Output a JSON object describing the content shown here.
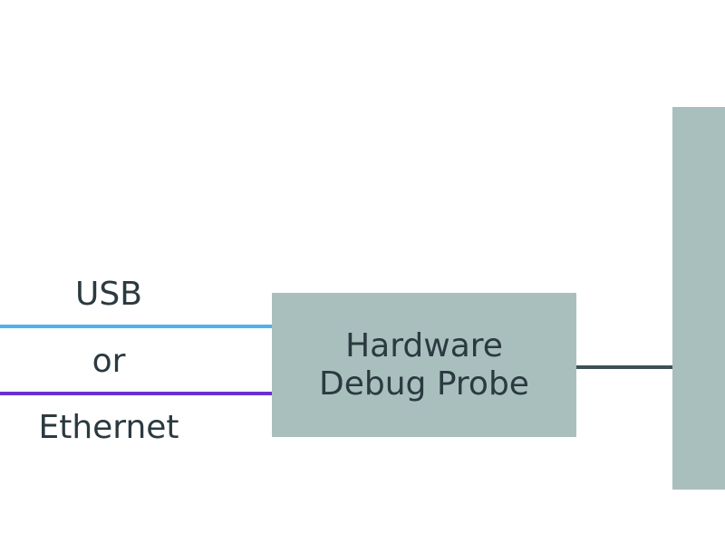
{
  "connections": {
    "usb_label": "USB",
    "or_label": "or",
    "ethernet_label": "Ethernet"
  },
  "probe": {
    "line1": "Hardware",
    "line2": "Debug Probe"
  },
  "colors": {
    "usb_line": "#4fb3e8",
    "ethernet_line": "#6b2fd6",
    "probe_fill": "#a9bfbd",
    "target_fill": "#a9bfbd",
    "target_line": "#3d5157",
    "text": "#2a3a40"
  }
}
